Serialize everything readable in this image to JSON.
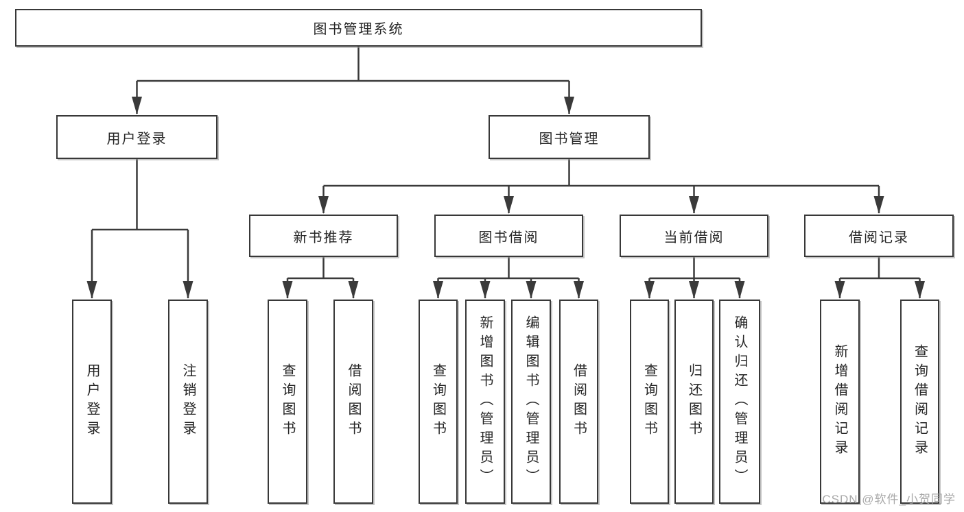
{
  "diagram_type": "hierarchy",
  "colors": {
    "background": "#ffffff",
    "line": "#3a3a3a",
    "box_border": "#383838",
    "text": "#262626",
    "watermark": "#9e9e9e"
  },
  "tree": {
    "label": "图书管理系统",
    "children": [
      {
        "label": "用户登录",
        "children": [
          {
            "label": "用户登录"
          },
          {
            "label": "注销登录"
          }
        ]
      },
      {
        "label": "图书管理",
        "children": [
          {
            "label": "新书推荐",
            "children": [
              {
                "label": "查询图书"
              },
              {
                "label": "借阅图书"
              }
            ]
          },
          {
            "label": "图书借阅",
            "children": [
              {
                "label": "查询图书"
              },
              {
                "label": "新增图书（管理员）"
              },
              {
                "label": "编辑图书（管理员）"
              },
              {
                "label": "借阅图书"
              }
            ]
          },
          {
            "label": "当前借阅",
            "children": [
              {
                "label": "查询图书"
              },
              {
                "label": "归还图书"
              },
              {
                "label": "确认归还（管理员）"
              }
            ]
          },
          {
            "label": "借阅记录",
            "children": [
              {
                "label": "新增借阅记录"
              },
              {
                "label": "查询借阅记录"
              }
            ]
          }
        ]
      }
    ]
  },
  "watermark": {
    "text": "CSDN @软件_小贺同学"
  }
}
